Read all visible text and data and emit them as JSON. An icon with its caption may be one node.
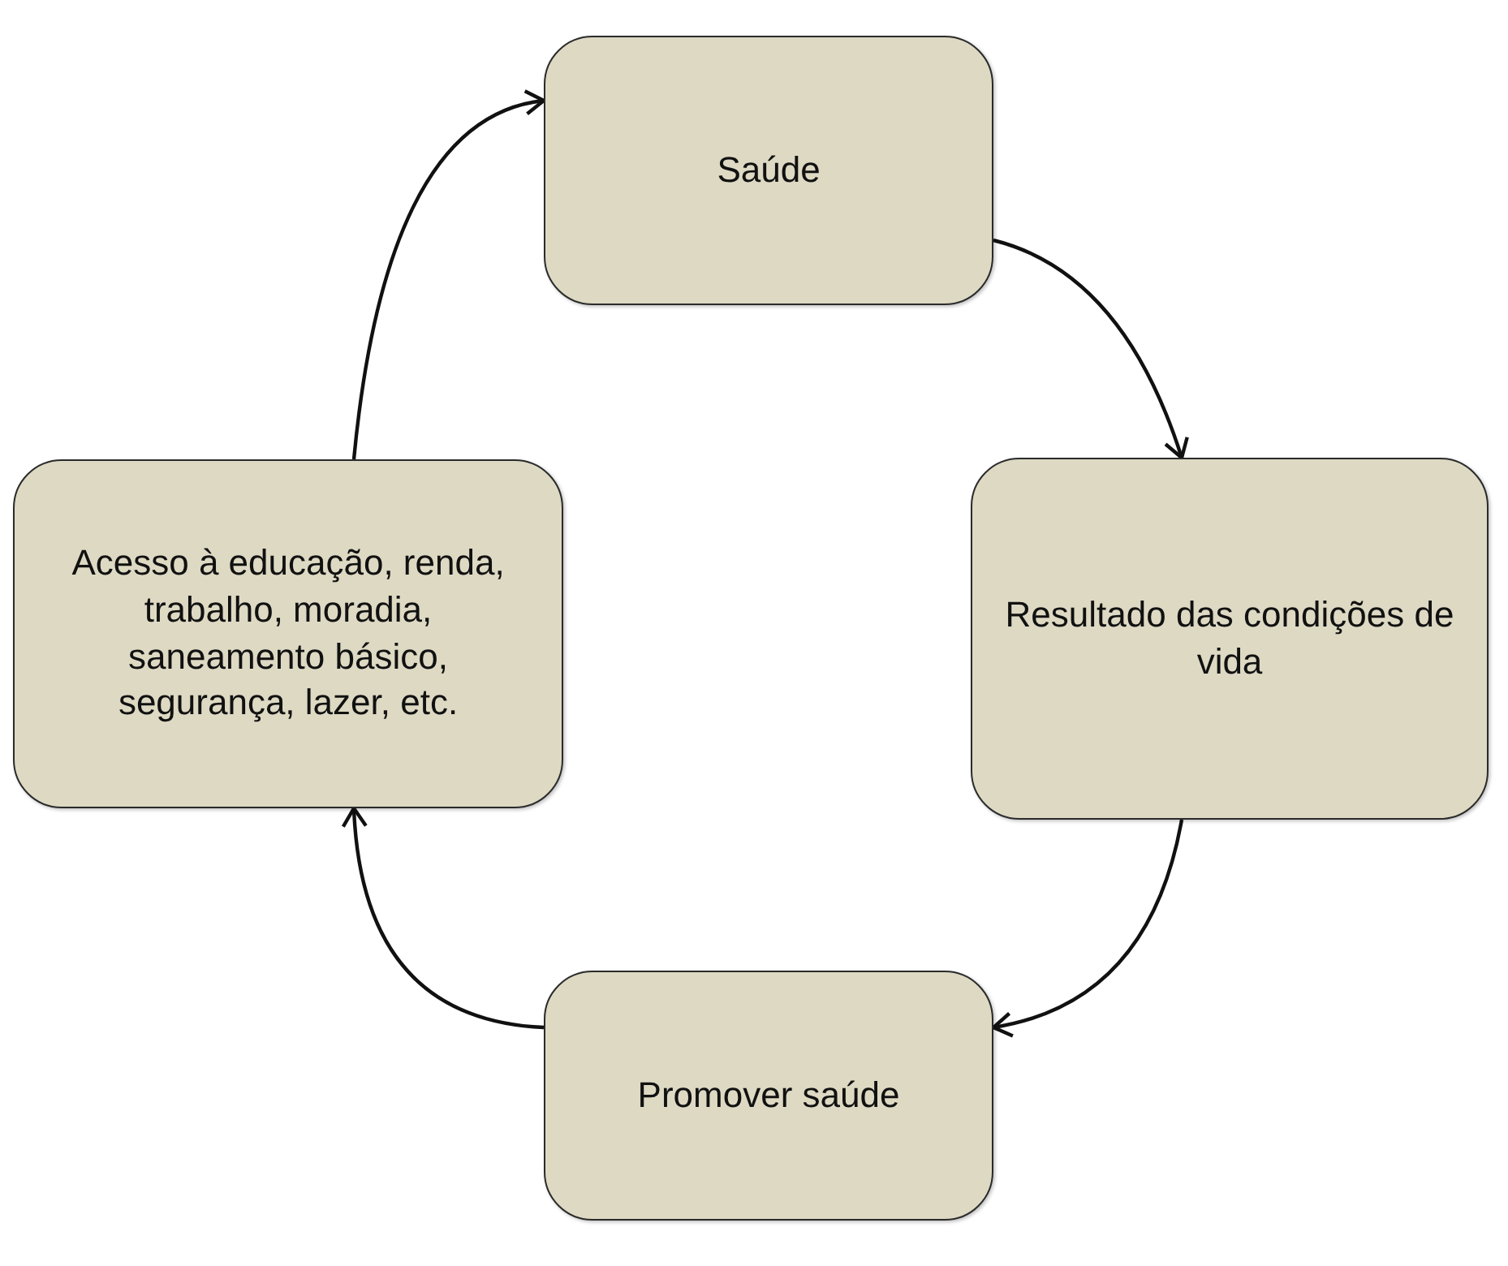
{
  "diagram": {
    "nodes": [
      {
        "text": [
          "Saúde"
        ]
      },
      {
        "text": [
          "Resultado das condições de vida"
        ]
      },
      {
        "text": [
          "Promover saúde"
        ]
      },
      {
        "text": [
          "Acesso à educação, renda, trabalho, moradia, saneamento básico, segurança, lazer, etc."
        ]
      }
    ],
    "edges": [
      {
        "from": 0,
        "to": 1,
        "arrow": "to"
      },
      {
        "from": 1,
        "to": 2,
        "arrow": "to"
      },
      {
        "from": 2,
        "to": 3,
        "arrow": "to"
      },
      {
        "from": 3,
        "to": 0,
        "arrow": "to"
      }
    ]
  }
}
